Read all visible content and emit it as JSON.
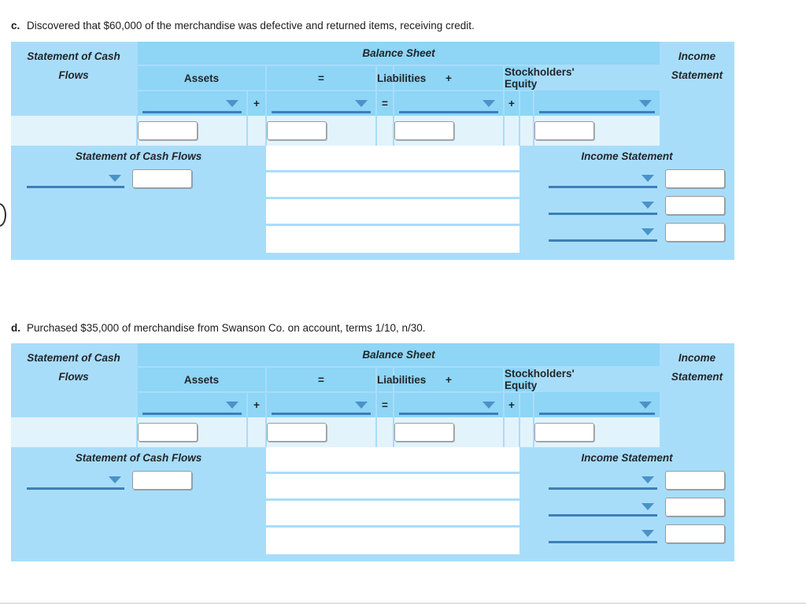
{
  "questions": [
    {
      "letter": "c.",
      "text": "Discovered that $60,000 of the merchandise was defective and returned items, receiving credit."
    },
    {
      "letter": "d.",
      "text": "Purchased $35,000 of merchandise from Swanson Co. on account, terms 1/10, n/30."
    }
  ],
  "worksheet": {
    "balance_sheet_title": "Balance Sheet",
    "cash_flows_header": "Statement of Cash Flows",
    "cash_flows_header_line1": "Statement of Cash",
    "cash_flows_header_line2": "Flows",
    "income_statement_header_line1": "Income",
    "income_statement_header_line2": "Statement",
    "assets_label": "Assets",
    "liabilities_label": "Liabilities",
    "stockholders_equity_label": "Stockholders' Equity",
    "op_plus": "+",
    "op_equals": "=",
    "cash_flows_panel_title": "Statement of Cash Flows",
    "income_statement_panel_title": "Income Statement",
    "select_value": "",
    "input_value": "",
    "select_placeholder": "",
    "input_placeholder": "",
    "colors": {
      "panel_light": "#a8ddfa",
      "panel_header": "#8ed5f6",
      "input_row": "#e2f3fc",
      "underline": "#3d7fb8",
      "caret": "#4a93c9"
    }
  }
}
